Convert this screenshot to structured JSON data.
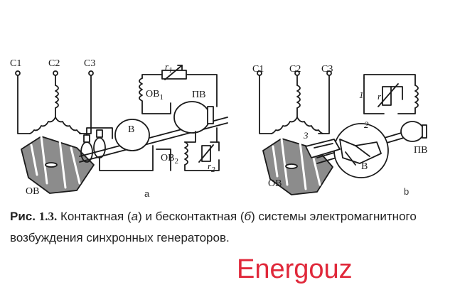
{
  "diagram_a": {
    "phases": [
      "C1",
      "C2",
      "C3"
    ],
    "ov": "ОВ",
    "ov1_main": "ОВ",
    "ov1_sub": "1",
    "ov2_main": "ОВ",
    "ov2_sub": "2",
    "r1_main": "r",
    "r1_sub": "1",
    "r2_main": "r",
    "r2_sub": "2",
    "exciter": "В",
    "pilot_exciter": "ПВ",
    "sublabel": "a"
  },
  "diagram_b": {
    "phases": [
      "C1",
      "C2",
      "C3"
    ],
    "ov": "ОВ",
    "coil_label": "1",
    "r": "r",
    "num2": "2",
    "num3": "3",
    "exciter": "В",
    "pilot_exciter": "ПВ",
    "sublabel": "b"
  },
  "caption": {
    "fig_word": "Рис.",
    "fig_num": "1.3.",
    "part1": "Контактная (",
    "a": "а",
    "part2": ") и бесконтактная (",
    "b": "б",
    "part3": ") системы электромагнитного возбуждения синхронных генераторов."
  },
  "watermark": "Energouz"
}
